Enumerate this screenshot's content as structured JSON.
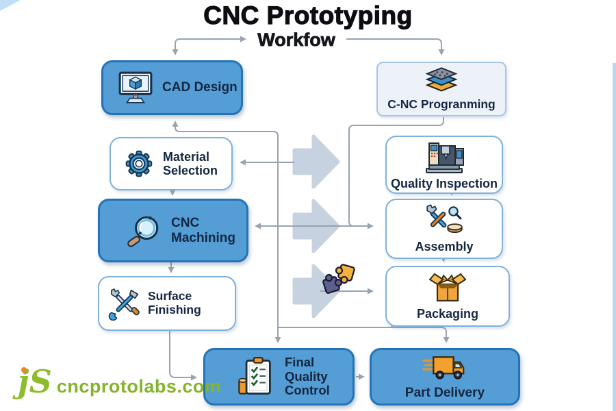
{
  "title": {
    "main": "CNC Prototyping",
    "subtitle": "Workfow"
  },
  "nodes": {
    "cad_design": {
      "label": "CAD Design",
      "icon": "monitor-cube-icon",
      "variant": "blue"
    },
    "material_selection": {
      "label": "Material Selection",
      "icon": "gear-icon",
      "variant": "outline"
    },
    "cnc_machining": {
      "label": "CNC Machining",
      "icon": "magnifier-icon",
      "variant": "blue"
    },
    "surface_finishing": {
      "label": "Surface Finishing",
      "icon": "crossed-tools-icon",
      "variant": "outline"
    },
    "cnc_programming": {
      "label": "C-NC Progranming",
      "icon": "layer-stack-icon",
      "variant": "light"
    },
    "quality_inspection": {
      "label": "Quality Inspection",
      "icon": "cnc-machine-icon",
      "variant": "outline"
    },
    "assembly": {
      "label": "Assembly",
      "icon": "assembly-tools-icon",
      "variant": "outline"
    },
    "packaging": {
      "label": "Packaging",
      "icon": "open-box-icon",
      "variant": "outline"
    },
    "final_quality_control": {
      "label": "Final Quality Control",
      "icon": "clipboard-checklist-icon",
      "variant": "blue"
    },
    "part_delivery": {
      "label": "Part Delivery",
      "icon": "delivery-truck-icon",
      "variant": "blue"
    }
  },
  "decorations": {
    "flow_chevrons_count": 3,
    "puzzle_icon": "puzzle-pieces-icon"
  },
  "watermark": {
    "logo_text": "jS",
    "site_text": "cncprotolabs.com"
  },
  "colors": {
    "node_blue": "#549dd5",
    "node_blue_border": "#2273b8",
    "outline_border": "#7fb1d9",
    "light_fill": "#edf2f9",
    "connector_gray": "#98a3b0",
    "chevron_fill": "#c7d2e0",
    "text_navy": "#142741",
    "logo_green": "#85b42c",
    "logo_dot_orange": "#e8872a",
    "accent_orange": "#f0a63a"
  }
}
